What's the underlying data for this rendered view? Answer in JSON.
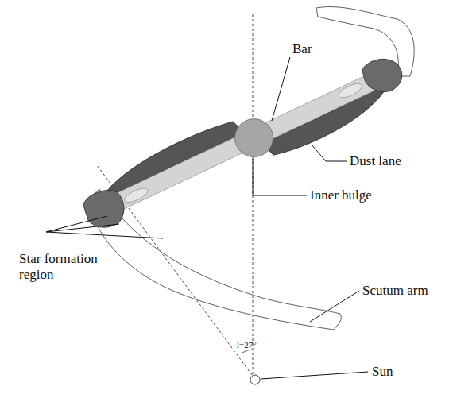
{
  "diagram": {
    "labels": [
      "Bar",
      "Dust lane",
      "Inner bulge",
      "Star formation region",
      "Scutum arm",
      "l=27°",
      "Sun"
    ]
  }
}
